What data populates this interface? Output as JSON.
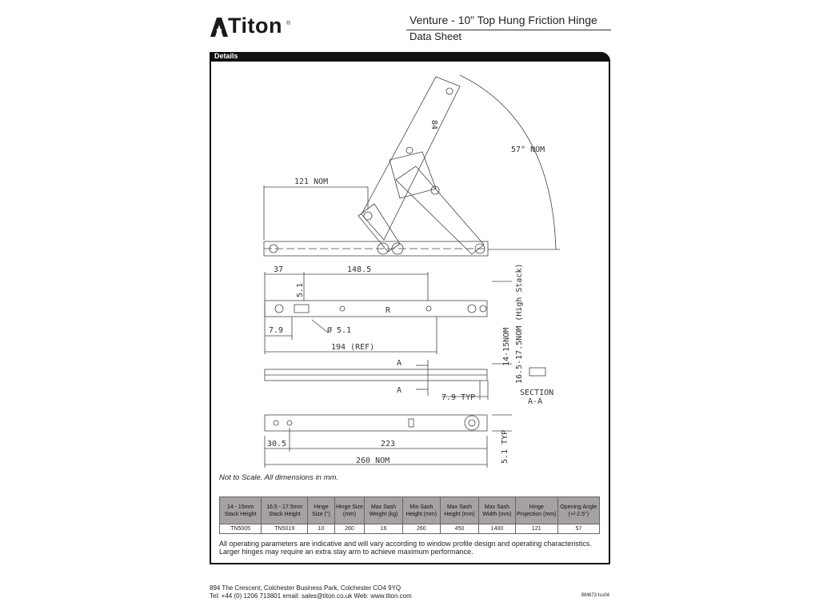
{
  "header": {
    "brand": "Titon",
    "reg_mark": "®",
    "title": "Venture - 10” Top Hung Friction Hinge",
    "subtitle": "Data Sheet"
  },
  "details": {
    "label": "Details",
    "drawing": {
      "angle_label": "57° NOM",
      "projection_label": "121 NOM",
      "stamp_label": "84",
      "dim_37": "37",
      "dim_148_5": "148.5",
      "dim_5_1": "5.1",
      "r_mark": "R",
      "dim_7_9": "7.9",
      "hole_dia": "Ø 5.1",
      "dim_194": "194 (REF)",
      "stack_high": "16.5-17.5NOM (High Stack)",
      "stack_std": "14-15NOM",
      "section_a": "A",
      "section_label": "SECTION",
      "section_sub": "A-A",
      "dim_7_9_typ": "7.9 TYP",
      "dim_30_5": "30.5",
      "dim_223": "223",
      "dim_260": "260 NOM",
      "dim_5_1_typ": "5.1 TYP"
    },
    "scale_note": "Not to Scale. All dimensions in mm.",
    "table": {
      "headers": [
        "14 - 15mm Stack Height",
        "16.5 - 17.5mm Stack Height",
        "Hinge Size (\")",
        "Hinge Size (mm)",
        "Max Sash Weight (kg)",
        "Min Sash Height (mm)",
        "Max Sash Height (mm)",
        "Max Sash Width (mm)",
        "Hinge Projection (mm)",
        "Opening Angle (+/-2.5°)"
      ],
      "row": [
        "TN5005",
        "TN5019",
        "10",
        "260",
        "16",
        "260",
        "450",
        "1400",
        "121",
        "57"
      ]
    },
    "note_line1": "All operating parameters are indicative and will vary according to window profile design and operating characteristics.",
    "note_line2": "Larger hinges may require an extra stay arm to achieve maximum performance."
  },
  "footer": {
    "address": "894 The Crescent, Colchester Business Park, Colchester CO4 9YQ",
    "contact": "Tel: +44 (0) 1206 713801   email: sales@titon.co.uk   Web: www.titon.com",
    "ref": "BM673 Iss04"
  }
}
